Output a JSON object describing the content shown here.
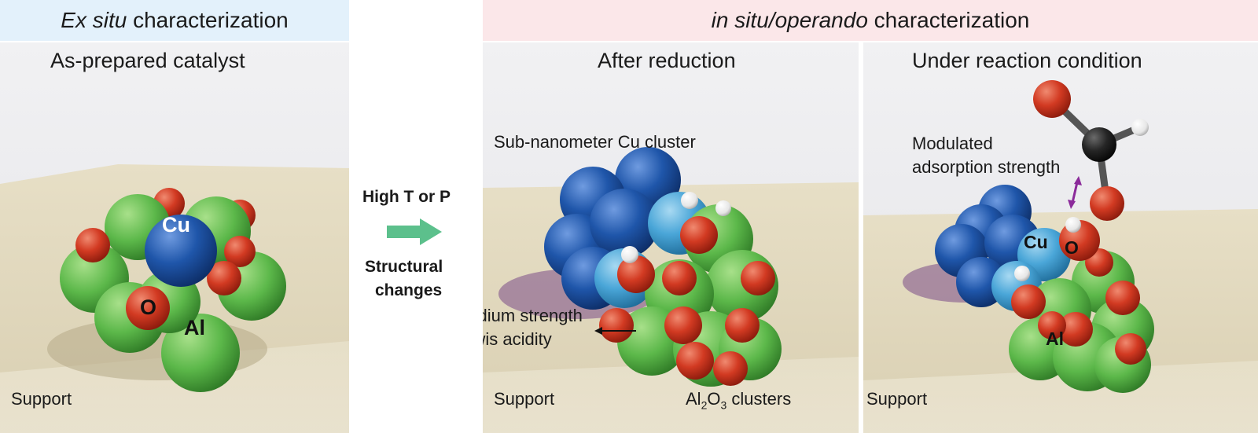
{
  "header": {
    "ex_situ_italic": "Ex situ",
    "ex_situ_rest": " characterization",
    "in_situ_italic": "in situ/operando",
    "in_situ_rest": " characterization"
  },
  "panel_left": {
    "title": "As-prepared catalyst",
    "cu_label": "Cu",
    "o_label": "O",
    "al_label": "Al",
    "support_label": "Support"
  },
  "middle": {
    "condition": "High T or P",
    "change_line1": "Structural",
    "change_line2": "changes"
  },
  "panel_center": {
    "title": "After reduction",
    "cluster_label": "Sub-nanometer Cu cluster",
    "acidity_line1": "Medium strength",
    "acidity_line2": "Lewis acidity",
    "support_label": "Support",
    "al2o3_al": "Al",
    "al2o3_sub2": "2",
    "al2o3_o": "O",
    "al2o3_sub3": "3",
    "al2o3_rest": " clusters"
  },
  "panel_right": {
    "title": "Under reaction condition",
    "adsorption_line1": "Modulated",
    "adsorption_line2": "adsorption strength",
    "cu_label": "Cu",
    "o_label": "O",
    "al_label": "Al",
    "support_label": "Support"
  },
  "colors": {
    "cu_dark": "#1d4f9e",
    "cu_light": "#4aa6d8",
    "al_green": "#5cb84a",
    "o_red": "#c8321f",
    "h_white": "#f2f2f2",
    "c_black": "#1c1c1c",
    "arrow_green": "#5cc08c",
    "arrow_purple": "#8b2a9a",
    "banner_blue": "#e3f1fb",
    "banner_pink": "#fbe7e9"
  }
}
